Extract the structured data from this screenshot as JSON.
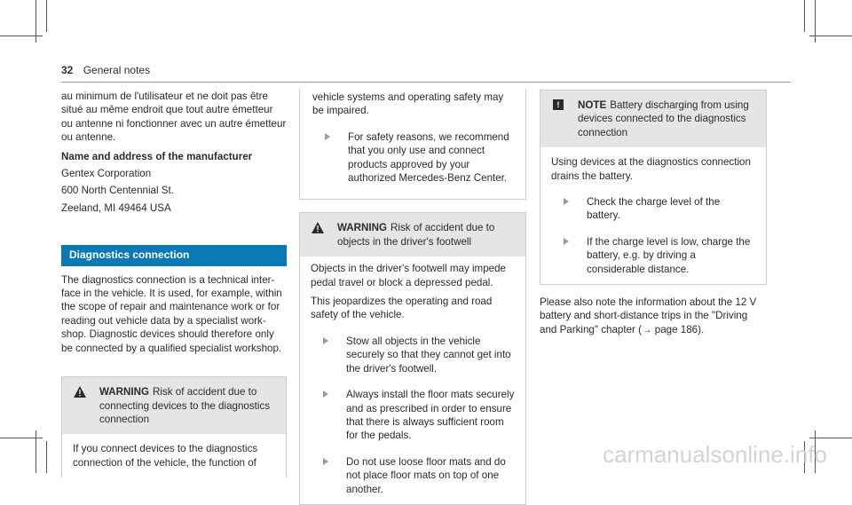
{
  "header": {
    "page_number": "32",
    "title": "General notes"
  },
  "col1": {
    "intro": "au minimum de l'utilisateur et ne doit pas être situé au même endroit que tout autre émetteur ou antenne ni fonctionner avec un autre émet­teur ou antenne.",
    "manufacturer_heading": "Name and address of the manufacturer",
    "manufacturer_lines": [
      "Gentex Corporation",
      "600 North Centennial St.",
      "Zeeland, MI 49464 USA"
    ],
    "section_title": "Diagnostics connection",
    "section_text": "The diagnostics connection is a technical inter­face in the vehicle. It is used, for example, within the scope of repair and maintenance work or for reading out vehicle data by a specialist work­shop. Diagnostic devices should therefore only be connected by a qualified specialist workshop.",
    "warning1": {
      "label": "WARNING",
      "title": "Risk of accident due to con­necting devices to the diagnostics con­nection",
      "text": "If you connect devices to the diagnostics connection of the vehicle, the function of"
    }
  },
  "col2": {
    "cont_text": "vehicle systems and operating safety may be impaired.",
    "cont_bullet": "For safety reasons, we recommend that you only use and connect products approved by your authorized Mercedes-Benz Center.",
    "warning2": {
      "label": "WARNING",
      "title": "Risk of accident due to objects in the driver's footwell",
      "para1": "Objects in the driver's footwell may impede pedal travel or block a depressed pedal.",
      "para2": "This jeopardizes the operating and road safety of the vehicle.",
      "bullets": [
        "Stow all objects in the vehicle securely so that they cannot get into the driver's footwell.",
        "Always install the floor mats securely and as prescribed in order to ensure that there is always sufficient room for the pedals.",
        "Do not use loose floor mats and do not place floor mats on top of one another."
      ]
    }
  },
  "col3": {
    "note": {
      "label": "NOTE",
      "title": "Battery discharging from using devices connected to the diagnostics connection",
      "para": "Using devices at the diagnostics connection drains the battery.",
      "bullets": [
        "Check the charge level of the battery.",
        "If the charge level is low, charge the battery, e.g. by driving a considerable distance."
      ]
    },
    "after": "Please also note the information about the 12 V battery and short-distance trips in the \"Driving and Parking\" chapter (→ page 186)."
  },
  "watermark": "carmanualsonline.info"
}
